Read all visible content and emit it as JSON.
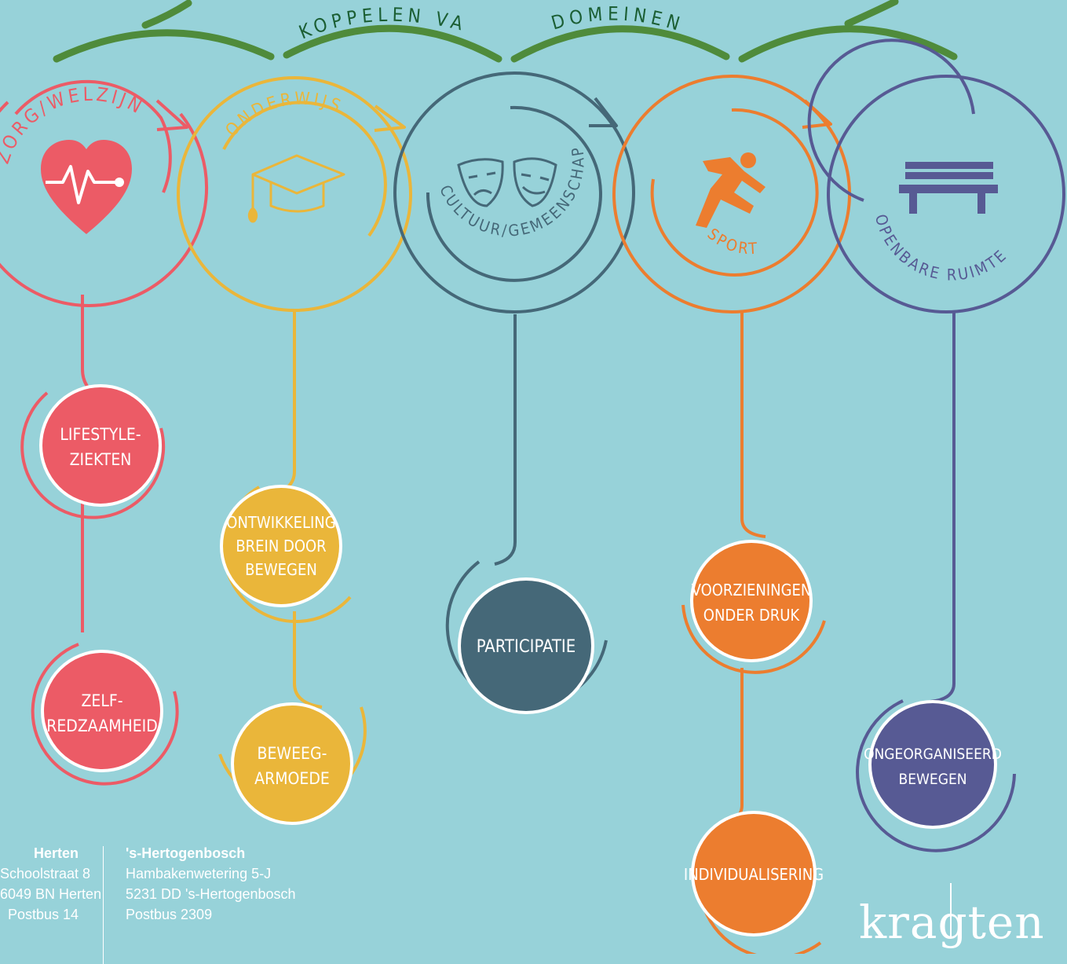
{
  "header": {
    "arc_text_1": "KOPPELEN VAN",
    "arc_text_2": "DOMEINEN",
    "arc_color": "#4f8b3b"
  },
  "domains": [
    {
      "key": "zorg",
      "label": "ZORG/WELZIJN",
      "color": "#ec5b66",
      "icon": "heart-pulse-icon"
    },
    {
      "key": "onderwijs",
      "label": "ONDERWIJS",
      "color": "#eab63a",
      "icon": "graduation-cap-icon"
    },
    {
      "key": "cultuur",
      "label": "CULTUUR/GEMEENSCHAPPEN",
      "color": "#456878",
      "icon": "theater-masks-icon"
    },
    {
      "key": "sport",
      "label": "SPORT",
      "color": "#ec7d2f",
      "icon": "runner-icon"
    },
    {
      "key": "openbaar",
      "label": "OPENBARE RUIMTE",
      "color": "#575a94",
      "icon": "bench-icon"
    }
  ],
  "nodes": {
    "lifestyle": {
      "line1": "LIFESTYLE-",
      "line2": "ZIEKTEN"
    },
    "zelf": {
      "line1": "ZELF-",
      "line2": "REDZAAMHEID"
    },
    "ontwikkeling": {
      "line1": "ONTWIKKELING",
      "line2": "BREIN DOOR",
      "line3": "BEWEGEN"
    },
    "beweeg": {
      "line1": "BEWEEG-",
      "line2": "ARMOEDE"
    },
    "participatie": {
      "line1": "PARTICIPATIE"
    },
    "voorzieningen": {
      "line1": "VOORZIENINGEN",
      "line2": "ONDER DRUK"
    },
    "individualisering": {
      "line1": "INDIVIDUALISERING"
    },
    "ongeorganiseerd": {
      "line1": "ONGEORGANISEERD",
      "line2": "BEWEGEN"
    }
  },
  "footer": {
    "left": {
      "heading": "Herten",
      "address": "Schoolstraat 8",
      "postal": "6049 BN Herten",
      "postbus": "Postbus 14"
    },
    "right": {
      "heading": "'s-Hertogenbosch",
      "address": "Hambakenwetering 5-J",
      "postal": "5231 DD 's-Hertogenbosch",
      "postbus": "Postbus 2309"
    }
  },
  "logo": {
    "text": "kragten"
  }
}
